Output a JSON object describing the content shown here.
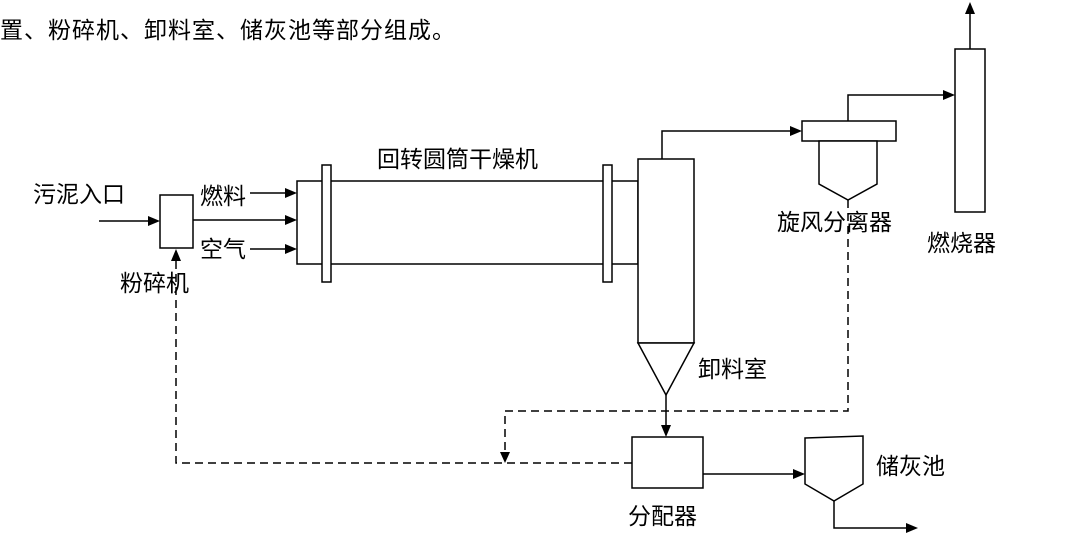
{
  "intro_text": "置、粉碎机、卸料室、储灰池等部分组成。",
  "diagram": {
    "labels": {
      "sludge_inlet": "污泥入口",
      "crusher": "粉碎机",
      "fuel": "燃料",
      "air": "空气",
      "rotary_dryer": "回转圆筒干燥机",
      "cyclone_separator": "旋风分离器",
      "burner": "燃烧器",
      "discharge_chamber": "卸料室",
      "distributor": "分配器",
      "ash_pool": "储灰池"
    }
  }
}
